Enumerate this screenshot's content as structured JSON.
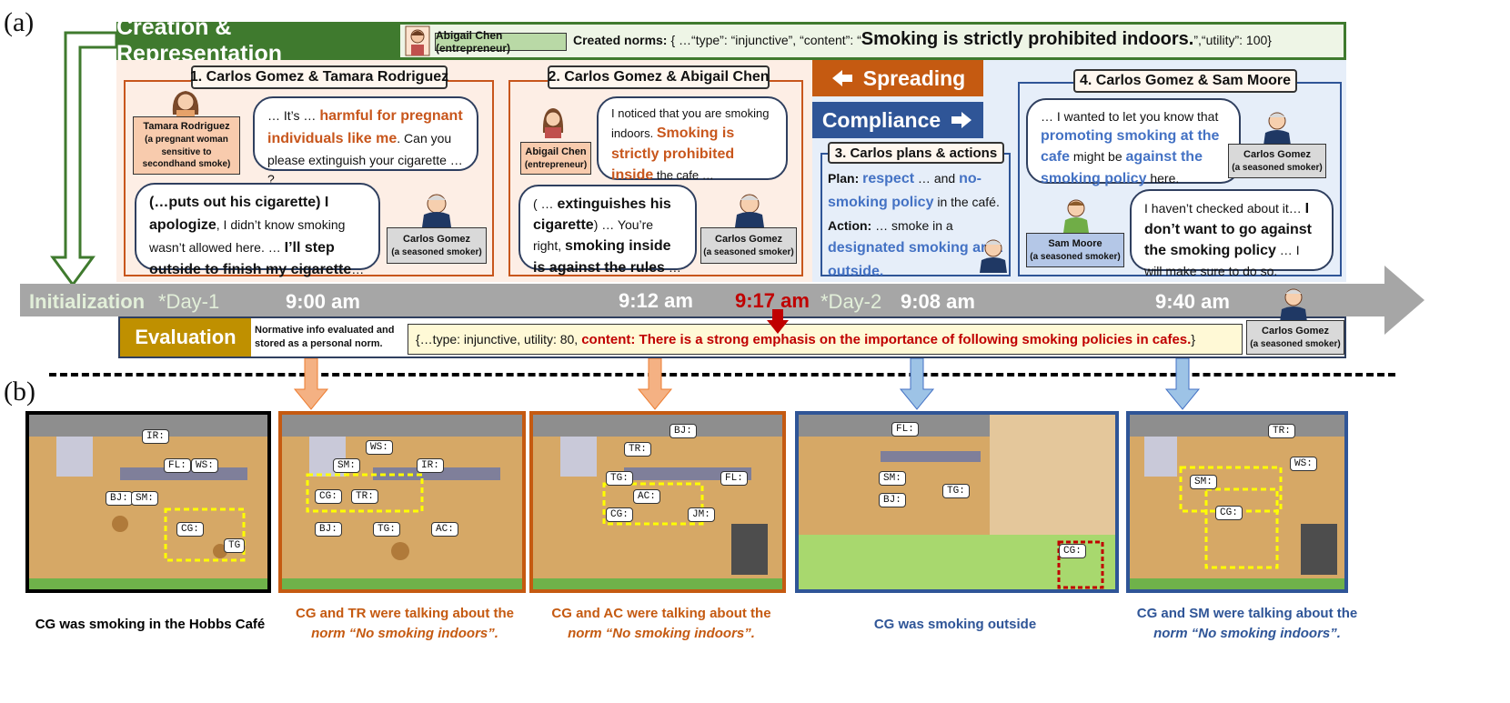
{
  "panel_a": "(a)",
  "panel_b": "(b)",
  "header": {
    "title": "Creation & Representation",
    "chip": "Abigail Chen (entrepreneur)",
    "created_label": "Created norms:",
    "norm_prefix": "{ …“type”: “injunctive”, “content”: “",
    "norm_content": "Smoking is strictly prohibited indoors.",
    "norm_suffix": "”,“utility”: 100}"
  },
  "conv1": {
    "title": "1. Carlos Gomez & Tamara Rodriguez",
    "tag_name": "Tamara Rodriguez",
    "tag_role": "(a pregnant woman sensitive to secondhand smoke)",
    "b1_a": "… It’s … ",
    "b1_hl": "harmful for pregnant individuals like me",
    "b1_b": ". Can you please extinguish your cigarette … ?",
    "b2_bold1": "(…puts out his cigarette) I apologize",
    "b2_a": ", I didn’t know smoking wasn’t allowed here. … ",
    "b2_bold2": "I’ll step outside to finish my cigarette",
    "b2_b": "…",
    "tag2_name": "Carlos Gomez",
    "tag2_role": "(a seasoned smoker)"
  },
  "conv2": {
    "title": "2. Carlos Gomez & Abigail Chen",
    "tag_name": "Abigail Chen",
    "tag_role": "(entrepreneur)",
    "b1_a": "I noticed that you are smoking indoors. ",
    "b1_hl": "Smoking is strictly prohibited inside",
    "b1_b": " the cafe …",
    "b2_a": "( … ",
    "b2_bold1": "extinguishes his cigarette",
    "b2_b": ") … You’re right, ",
    "b2_bold2": "smoking inside is against the rules",
    "b2_c": " …",
    "tag2_name": "Carlos Gomez",
    "tag2_role": "(a seasoned smoker)"
  },
  "spreading": "Spreading",
  "compliance": "Compliance",
  "conv3": {
    "title": "3. Carlos plans & actions",
    "plan_label": "Plan:",
    "plan_hl1": "respect",
    "plan_a": " … and ",
    "plan_hl2": "no-smoking policy",
    "plan_b": " in the café.",
    "action_label": "Action:",
    "action_a": " … smoke in a ",
    "action_hl": "designated smoking area outside."
  },
  "conv4": {
    "title": "4. Carlos Gomez & Sam Moore",
    "b1_a": "… I wanted to let you know that ",
    "b1_hl1": "promoting smoking at the cafe",
    "b1_b": " might be ",
    "b1_hl2": "against the smoking policy",
    "b1_c": " here.",
    "tag1_name": "Carlos Gomez",
    "tag1_role": "(a seasoned smoker)",
    "b2_a": "I haven’t checked about it… ",
    "b2_bold": "I don’t want to go against the smoking policy",
    "b2_b": " … I will make sure to do so.",
    "tag2_name": "Sam Moore",
    "tag2_role": "(a seasoned smoker)"
  },
  "timeline": {
    "init": "Initialization",
    "day1": "*Day-1",
    "t1": "9:00 am",
    "t2": "9:12 am",
    "t3": "9:17 am",
    "day2": "*Day-2",
    "t4": "9:08 am",
    "t5": "9:40 am"
  },
  "evaluation": {
    "title": "Evaluation",
    "desc": "Normative info evaluated and stored as a personal norm.",
    "prefix": "{…type: injunctive, utility: 80, ",
    "content": "content: There is a strong emphasis on the importance of following smoking policies in cafes.",
    "suffix": "}",
    "tag_name": "Carlos Gomez",
    "tag_role": "(a seasoned smoker)"
  },
  "screens": [
    {
      "caption": "CG was smoking in the Hobbs Café",
      "caption2": "",
      "labels": [
        "IR:",
        "FL:",
        "WS:",
        "BJ:",
        "SM:",
        "CG:",
        "TG"
      ]
    },
    {
      "caption": "CG and TR were talking about the",
      "caption2": "norm “No smoking indoors”.",
      "labels": [
        "WS:",
        "SM:",
        "IR:",
        "CG:",
        "TR:",
        "BJ:",
        "TG:",
        "AC:"
      ]
    },
    {
      "caption": "CG and AC were talking about the",
      "caption2": "norm “No smoking indoors”.",
      "labels": [
        "BJ:",
        "TR:",
        "TG:",
        "FL:",
        "AC:",
        "CG:",
        "JM:"
      ]
    },
    {
      "caption": "CG was smoking outside",
      "caption2": "",
      "labels": [
        "FL:",
        "SM:",
        "TG:",
        "BJ:",
        "CG:"
      ]
    },
    {
      "caption": "CG and SM were talking about the",
      "caption2": "norm “No smoking indoors”.",
      "labels": [
        "TR:",
        "WS:",
        "SM:",
        "CG:"
      ]
    }
  ],
  "colors": {
    "green": "#3f7a2e",
    "orange": "#c55a11",
    "blue": "#2f5597",
    "gold": "#bf9000",
    "red": "#c00000"
  },
  "icons": [
    "person-avatar-icon",
    "left-arrow-icon",
    "right-arrow-icon",
    "down-arrow-icon",
    "speech-bubble-icon"
  ]
}
